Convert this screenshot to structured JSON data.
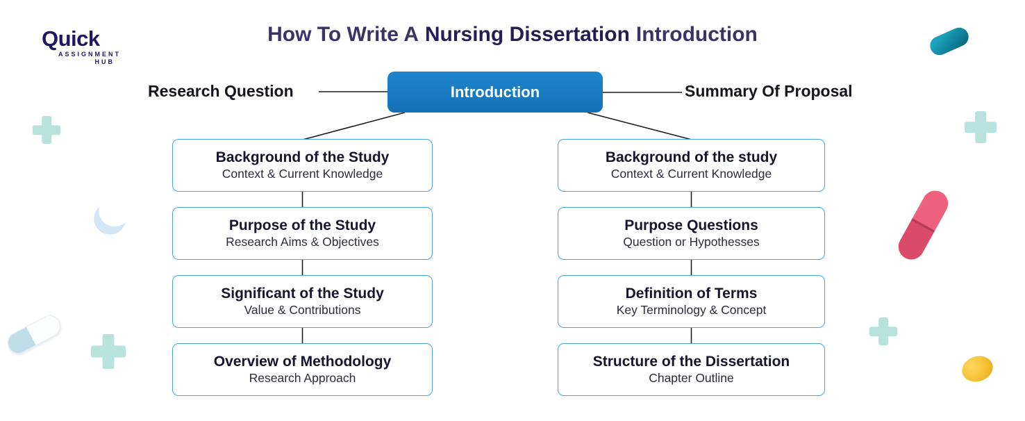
{
  "logo": {
    "name": "Quick",
    "tagline_line1": "ASSIGNMENT",
    "tagline_line2": "HUB"
  },
  "title": {
    "prefix": "How To Write A",
    "highlight": "Nursing Dissertation",
    "suffix": "Introduction"
  },
  "diagram": {
    "left_label": "Research Question",
    "center_label": "Introduction",
    "right_label": "Summary Of Proposal",
    "left_column": [
      {
        "title": "Background of the Study",
        "subtitle": "Context & Current Knowledge"
      },
      {
        "title": "Purpose of the Study",
        "subtitle": "Research Aims & Objectives"
      },
      {
        "title": "Significant of the Study",
        "subtitle": "Value & Contributions"
      },
      {
        "title": "Overview of Methodology",
        "subtitle": "Research Approach"
      }
    ],
    "right_column": [
      {
        "title": "Background of the study",
        "subtitle": "Context & Current Knowledge"
      },
      {
        "title": "Purpose Questions",
        "subtitle": "Question or Hypothesses"
      },
      {
        "title": "Definition of Terms",
        "subtitle": "Key Terminology & Concept"
      },
      {
        "title": "Structure of the Dissertation",
        "subtitle": "Chapter Outline"
      }
    ]
  },
  "colors": {
    "accent_blue": "#1778c0",
    "box_border": "#45a5da",
    "title_dark": "#3a3366",
    "highlight_dark": "#241e55",
    "text_dark": "#15152e",
    "decor_mint": "#b7e3dc",
    "pill_teal": "#0f7e96",
    "pill_pink": "#e25672",
    "pill_yellow": "#f3bc2e",
    "crescent_blue": "#d3e6f6"
  },
  "icons": {
    "teal-pill-icon": "css-capsule-shape",
    "plus-icon": "css-cross-shape",
    "crescent-icon": "css-crescent-shape",
    "pink-capsule-icon": "css-two-tone-capsule",
    "white-capsule-icon": "css-two-tone-capsule",
    "yellow-pill-icon": "css-ellipse-shape"
  }
}
